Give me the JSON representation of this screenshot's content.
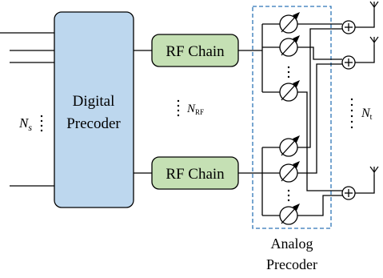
{
  "digital_precoder": {
    "line1": "Digital",
    "line2": "Precoder"
  },
  "rf_chain_top": {
    "label": "RF Chain"
  },
  "rf_chain_bottom": {
    "label": "RF Chain"
  },
  "analog_precoder": {
    "line1": "Analog",
    "line2": "Precoder"
  },
  "labels": {
    "ns_main": "N",
    "ns_sub": "s",
    "nrf_main": "N",
    "nrf_sub": "RF",
    "nt_main": "N",
    "nt_sub": "t"
  },
  "colors": {
    "digital_fill": "#bdd7ee",
    "rf_fill": "#c5e0b4",
    "dashed_border": "#2e75b6",
    "stroke": "#000000"
  },
  "icons": [
    "phase-shifter-icon",
    "adder-icon",
    "antenna-icon"
  ]
}
